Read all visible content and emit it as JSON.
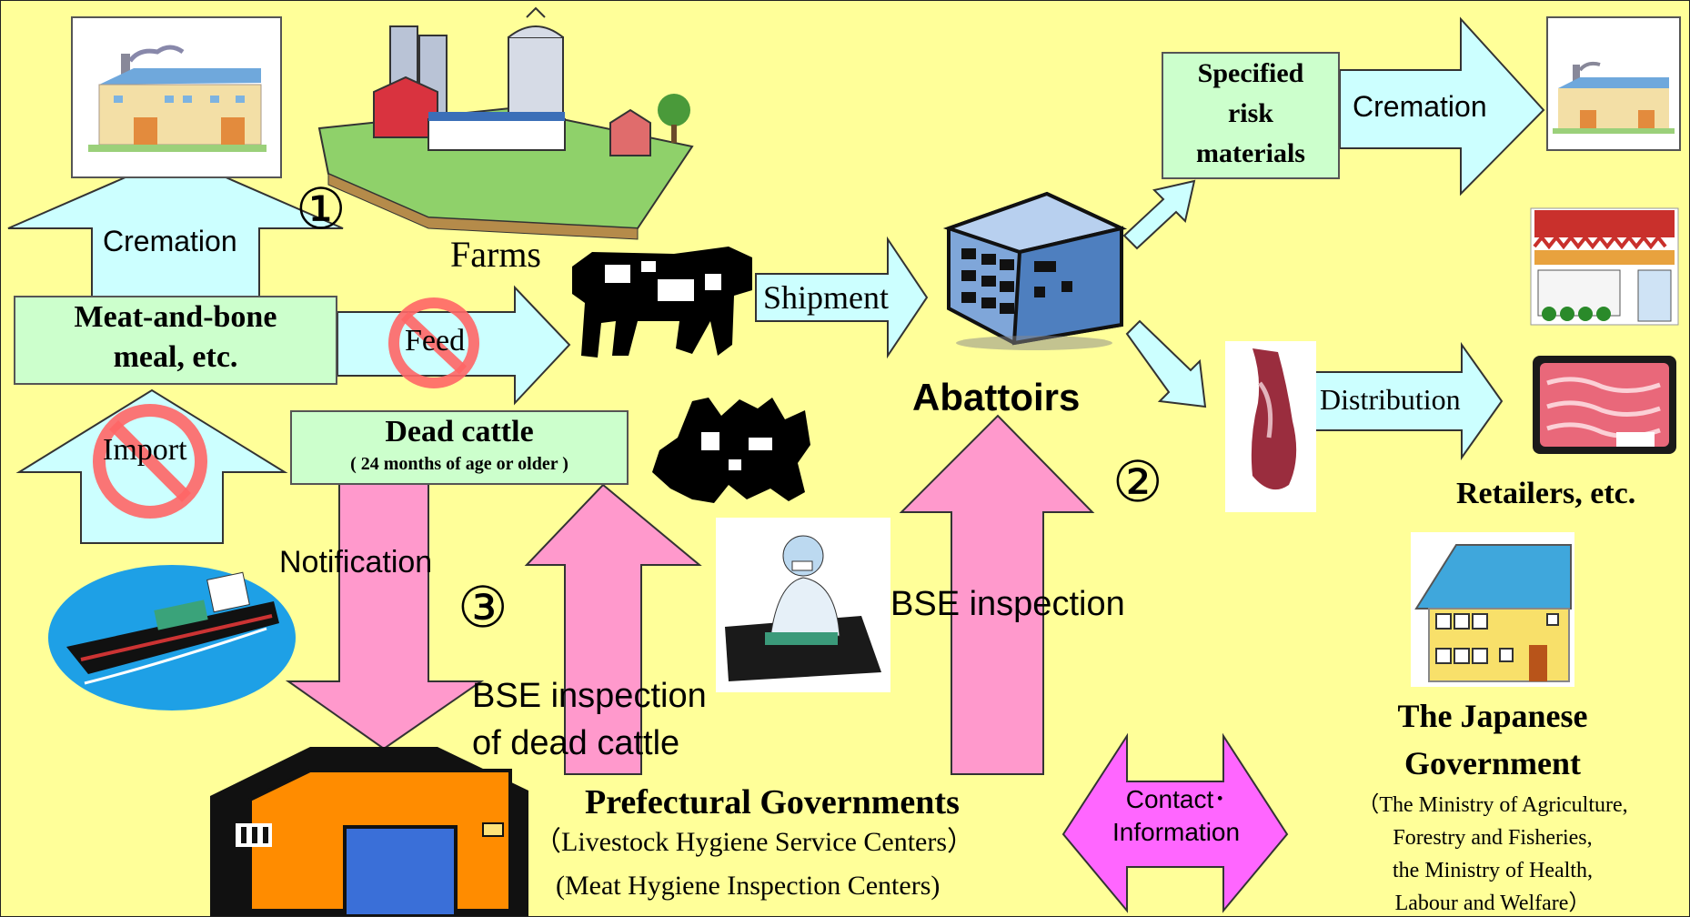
{
  "colors": {
    "background": "#ffff99",
    "flow_arrow": "#ccffff",
    "inspection_arrow": "#ff99cc",
    "contact_arrow": "#ff66ff",
    "label_box": "#ccffcc",
    "prohibit_sign": "#ff6666"
  },
  "labels": {
    "cremation_left": "Cremation",
    "cremation_right": "Cremation",
    "farms": "Farms",
    "feed": "Feed",
    "shipment": "Shipment",
    "abattoirs": "Abattoirs",
    "specified_risk_materials": [
      "Specified",
      "risk",
      "materials"
    ],
    "meat_and_bone_meal": [
      "Meat-and-bone",
      "meal, etc."
    ],
    "import": "Import",
    "dead_cattle": "Dead cattle",
    "dead_cattle_age": "( 24 months of age or older )",
    "notification": "Notification",
    "distribution": "Distribution",
    "retailers": "Retailers, etc.",
    "bse_inspection": "BSE inspection",
    "bse_inspection_dead_cattle": [
      "BSE inspection",
      "of dead cattle"
    ],
    "prefectural_governments": "Prefectural Governments",
    "livestock_hygiene": "（Livestock Hygiene Service Centers）",
    "meat_hygiene": "(Meat Hygiene Inspection Centers)",
    "contact_information": [
      "Contact･",
      "Information"
    ],
    "japanese_government": [
      "The Japanese",
      "Government"
    ],
    "ministries": [
      "（The Ministry of Agriculture,",
      "Forestry and Fisheries,",
      "the Ministry of Health,",
      "Labour and Welfare）"
    ]
  },
  "markers": {
    "one": "①",
    "two": "②",
    "three": "③"
  },
  "icons": [
    "factory-icon",
    "farm-icon",
    "cow-icon",
    "dead-cow-icon",
    "abattoir-building-icon",
    "carcass-icon",
    "restaurant-icon",
    "meat-package-icon",
    "ship-icon",
    "inspector-icon",
    "house-icon",
    "processing-plant-icon",
    "prohibited-sign-icon"
  ]
}
